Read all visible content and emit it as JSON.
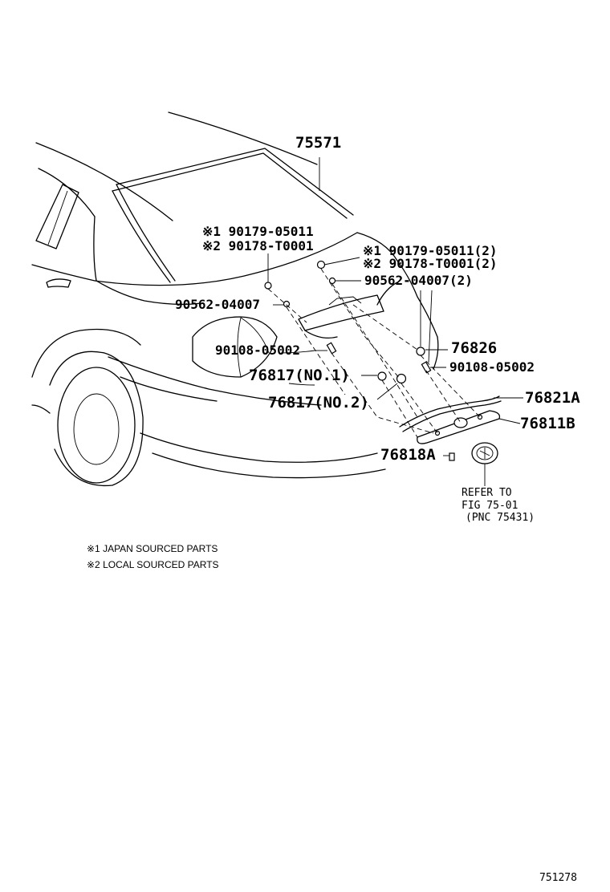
{
  "diagram": {
    "callouts": {
      "c75571": "75571",
      "c76826": "76826",
      "c76821a": "76821A",
      "c76811b": "76811B",
      "c76818a": "76818A",
      "left_group_1": "※1 90179-05011",
      "left_group_2": "※2 90178-T0001",
      "left_90562": "90562-04007",
      "left_90108": "90108-05002",
      "right_group_1": "※1 90179-05011(2)",
      "right_group_2": "※2 90178-T0001(2)",
      "right_90562": "90562-04007(2)",
      "right_90108": "90108-05002",
      "c76817_no1": "76817(NO.1)",
      "c76817_no2": "76817(NO.2)"
    },
    "refer": {
      "line1": "REFER TO",
      "line2": "FIG 75-01",
      "line3": "(PNC 75431)"
    },
    "notes": {
      "note1": "※1 JAPAN SOURCED PARTS",
      "note2": "※2 LOCAL SOURCED PARTS"
    },
    "figure_number": "751278"
  }
}
